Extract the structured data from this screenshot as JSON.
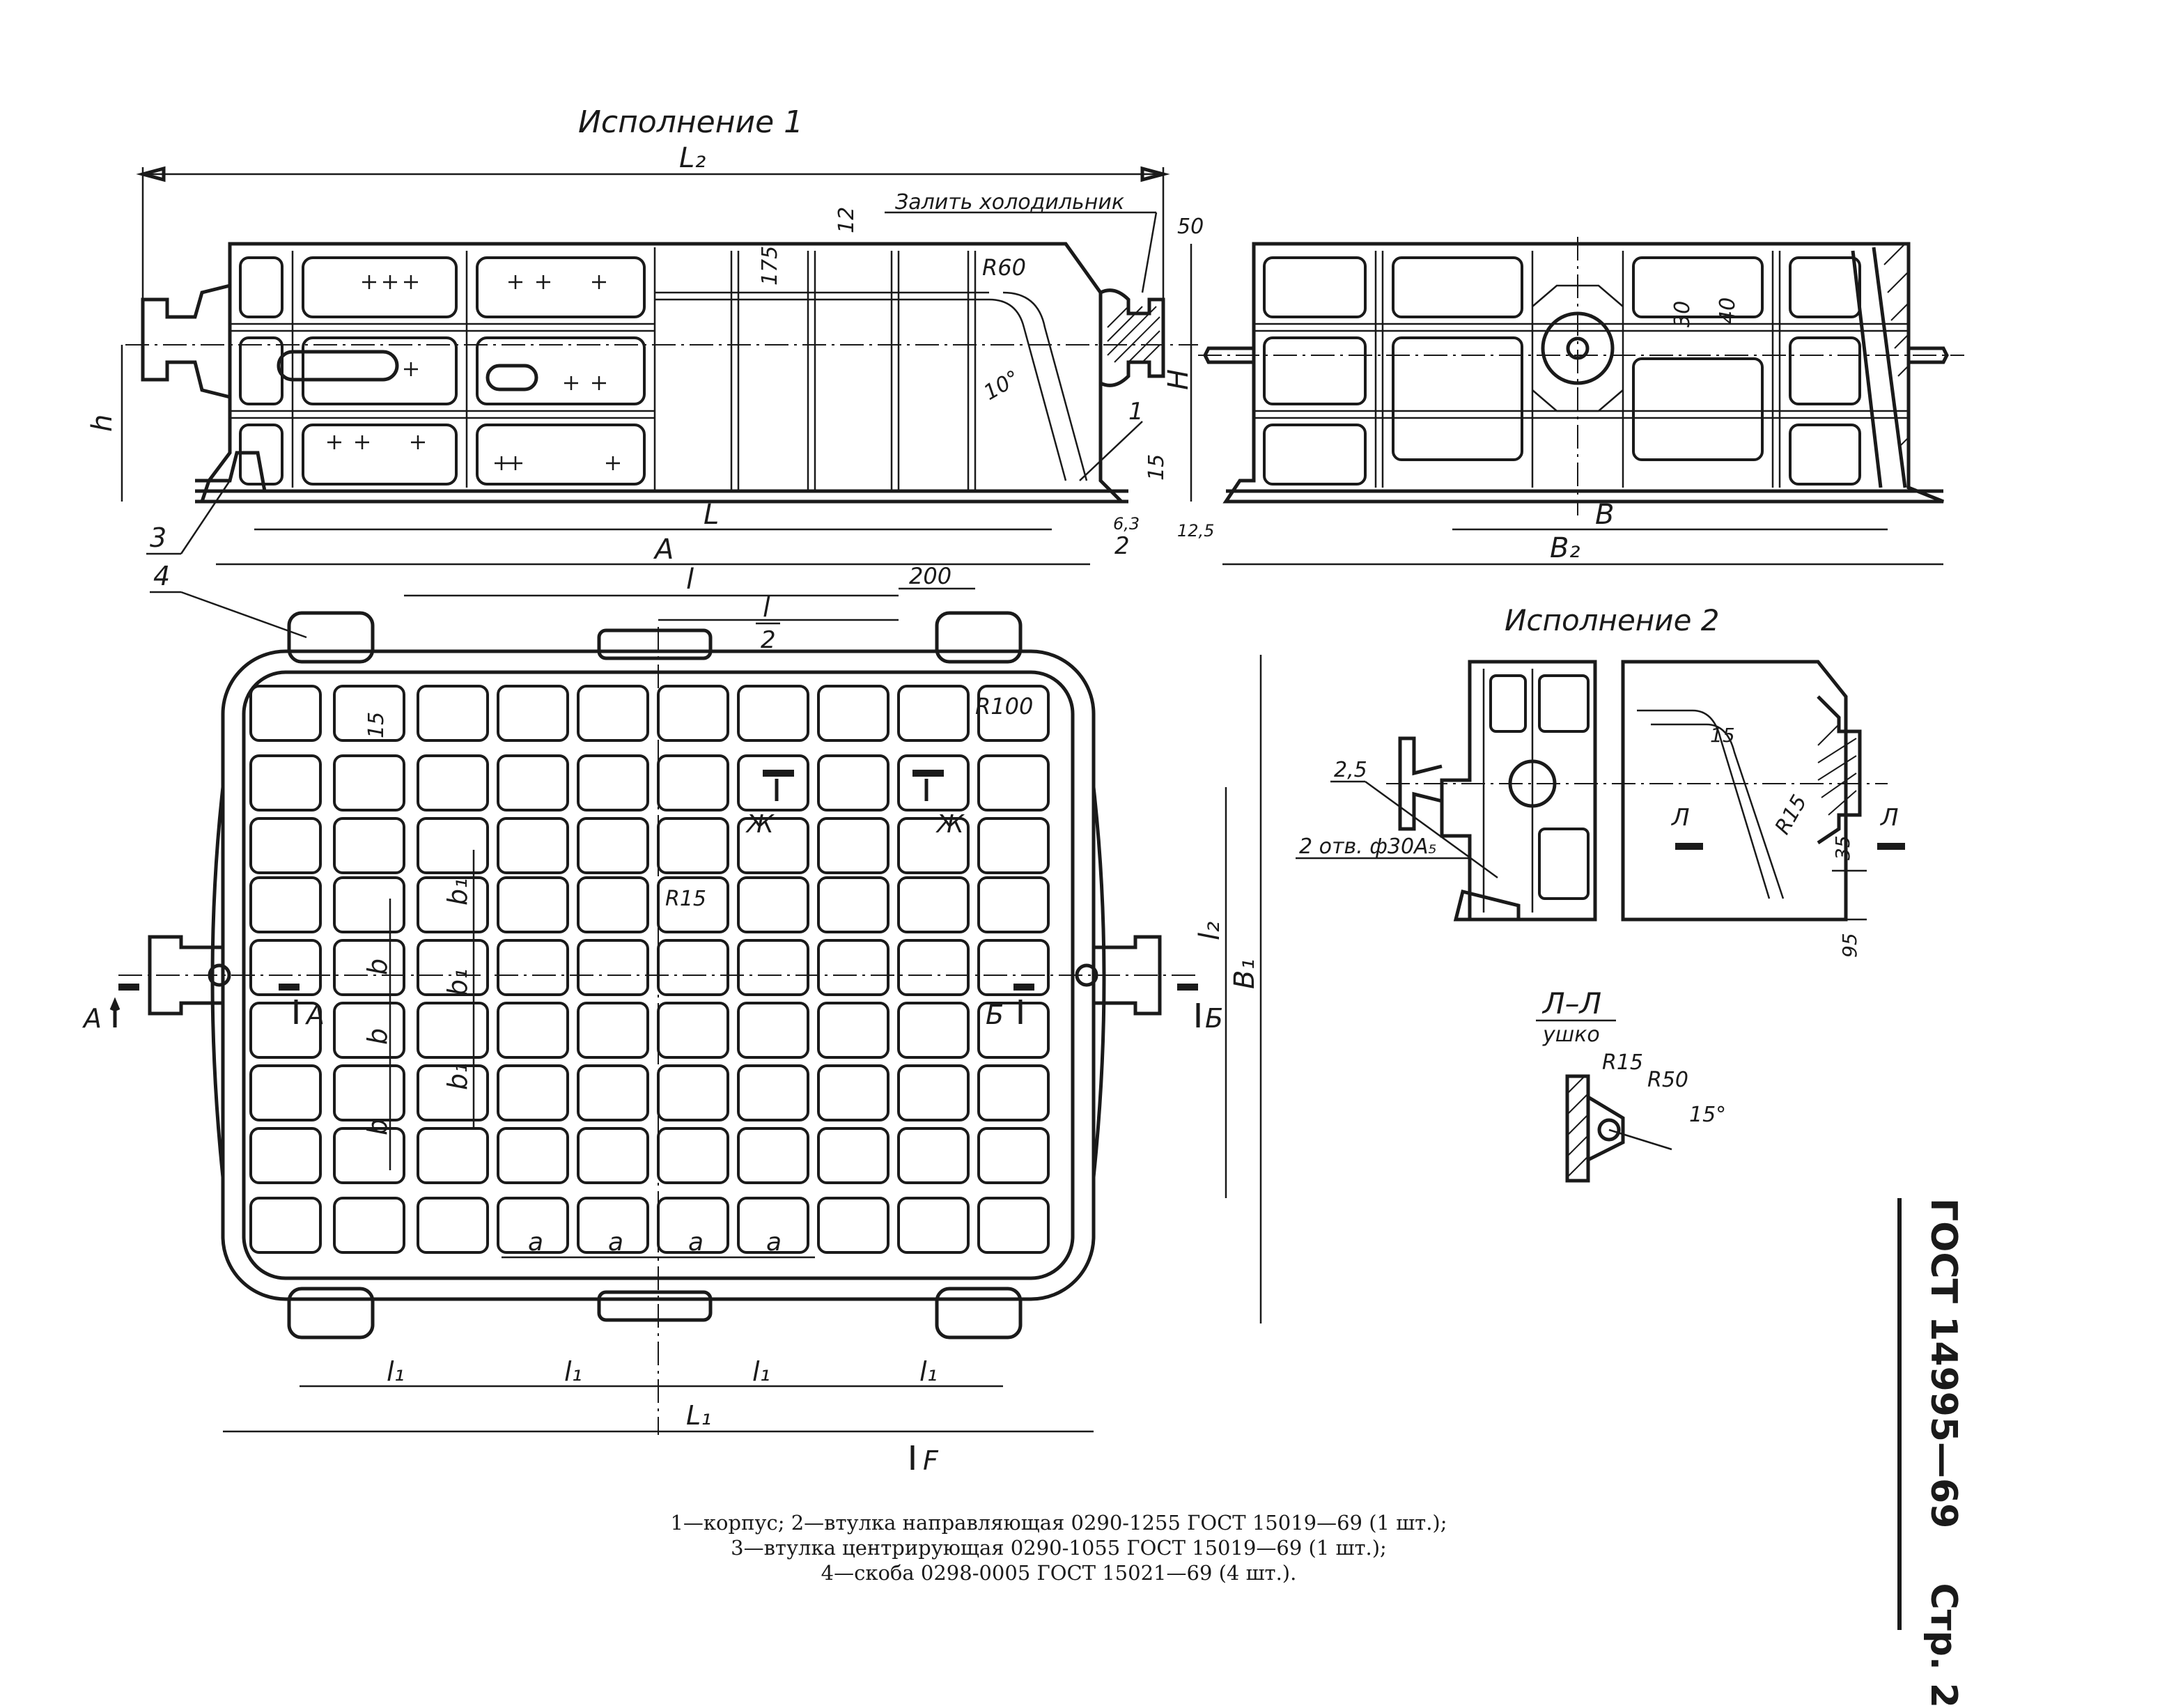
{
  "titles": {
    "variant1": "Исполнение 1",
    "variant2": "Исполнение 2",
    "section_ll": "Л–Л",
    "section_ll_sub": "ушко"
  },
  "notes": {
    "chill": "Залить холодильник"
  },
  "dimension_labels": {
    "L2": "L₂",
    "L": "L",
    "A": "A",
    "B": "B",
    "B2": "B₂",
    "h": "h",
    "H": "H",
    "l": "l",
    "l_half_num": "l",
    "l_half_den": "2",
    "d200": "200",
    "L1": "L₁",
    "l1": "l₁",
    "l2": "l₂",
    "B1": "B₁",
    "b": "b",
    "b1": "b₁",
    "a": "a",
    "d12": "12",
    "d175": "175",
    "R60": "R60",
    "d50": "50",
    "d10deg": "10°",
    "d15": "15",
    "d63": "6,3",
    "d125": "12,5",
    "d30": "30",
    "d40": "40",
    "R100": "R100",
    "R15": "R15",
    "d25": "2,5",
    "holes": "2 отв. ф30A₅",
    "d35": "35",
    "d95": "95",
    "R50": "R50",
    "d15deg": "15°"
  },
  "item_numbers": [
    "1",
    "2",
    "3",
    "4"
  ],
  "section_marks": {
    "A": "А",
    "B": "Б",
    "Zh": "Ж",
    "L": "Л",
    "F": "F"
  },
  "legend": [
    "1—корпус; 2—втулка направляющая 0290-1255 ГОСТ 15019—69 (1 шт.);",
    "3—втулка центрирующая 0290-1055 ГОСТ 15019—69 (1 шт.);",
    "4—скоба 0298-0005 ГОСТ 15021—69 (4 шт.)."
  ],
  "standard": {
    "code": "ГОСТ 14995—69",
    "page": "Стр. 2"
  }
}
